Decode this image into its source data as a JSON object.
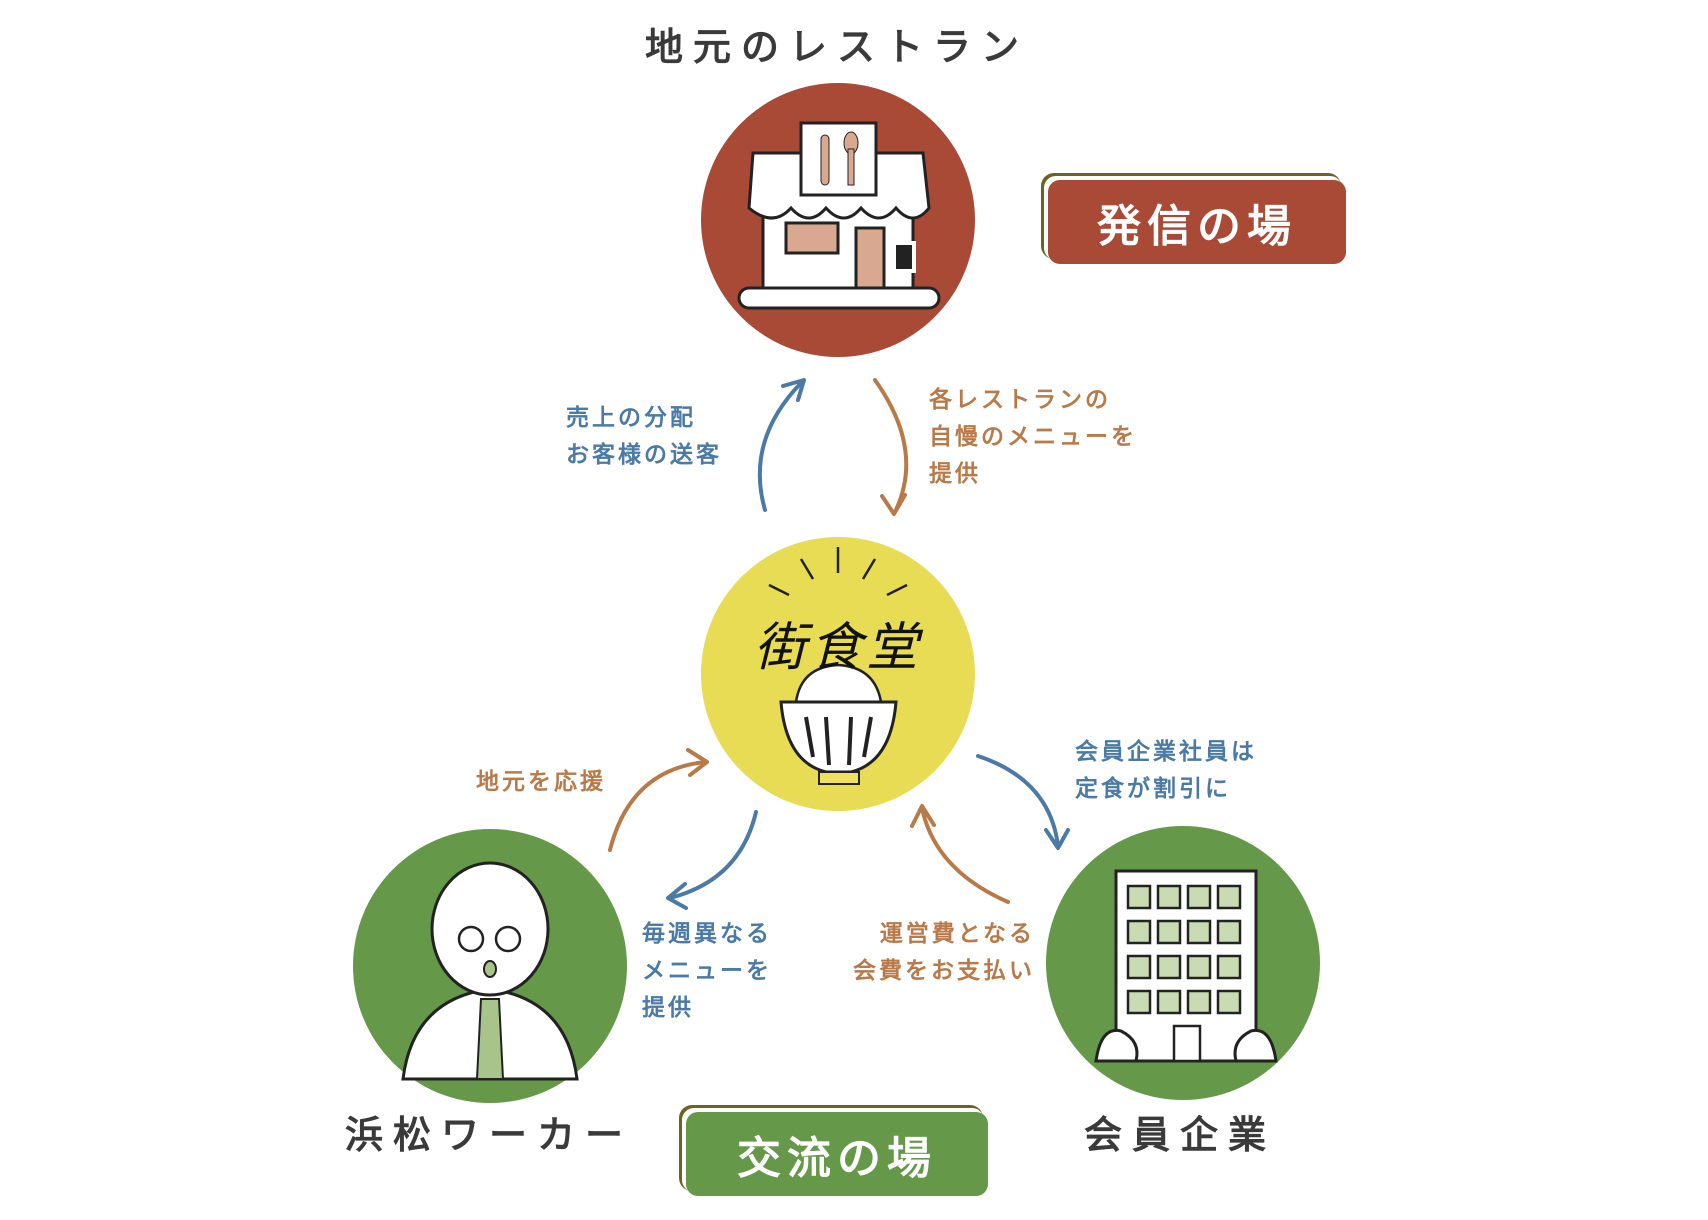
{
  "nodes": {
    "restaurant": {
      "label": "地元のレストラン",
      "color": "#a84a35"
    },
    "shokudo": {
      "logo_text": "街食堂",
      "color": "#e8dc55"
    },
    "worker": {
      "label": "浜松ワーカー",
      "color": "#659848"
    },
    "company": {
      "label": "会員企業",
      "color": "#659848"
    }
  },
  "badges": {
    "broadcast": {
      "label": "発信の場",
      "color": "#a84a35"
    },
    "exchange": {
      "label": "交流の場",
      "color": "#659848"
    }
  },
  "flows": {
    "to_restaurant": [
      "売上の分配",
      "お客様の送客"
    ],
    "from_restaurant": [
      "各レストランの",
      "自慢のメニューを",
      "提供"
    ],
    "worker_support": [
      "地元を応援"
    ],
    "to_worker": [
      "毎週異なる",
      "メニューを",
      "提供"
    ],
    "to_company": [
      "会員企業社員は",
      "定食が割引に"
    ],
    "from_company": [
      "運営費となる",
      "会費をお支払い"
    ]
  },
  "colors": {
    "blue_arrow": "#4a7aa5",
    "orange_arrow": "#b87a48"
  }
}
